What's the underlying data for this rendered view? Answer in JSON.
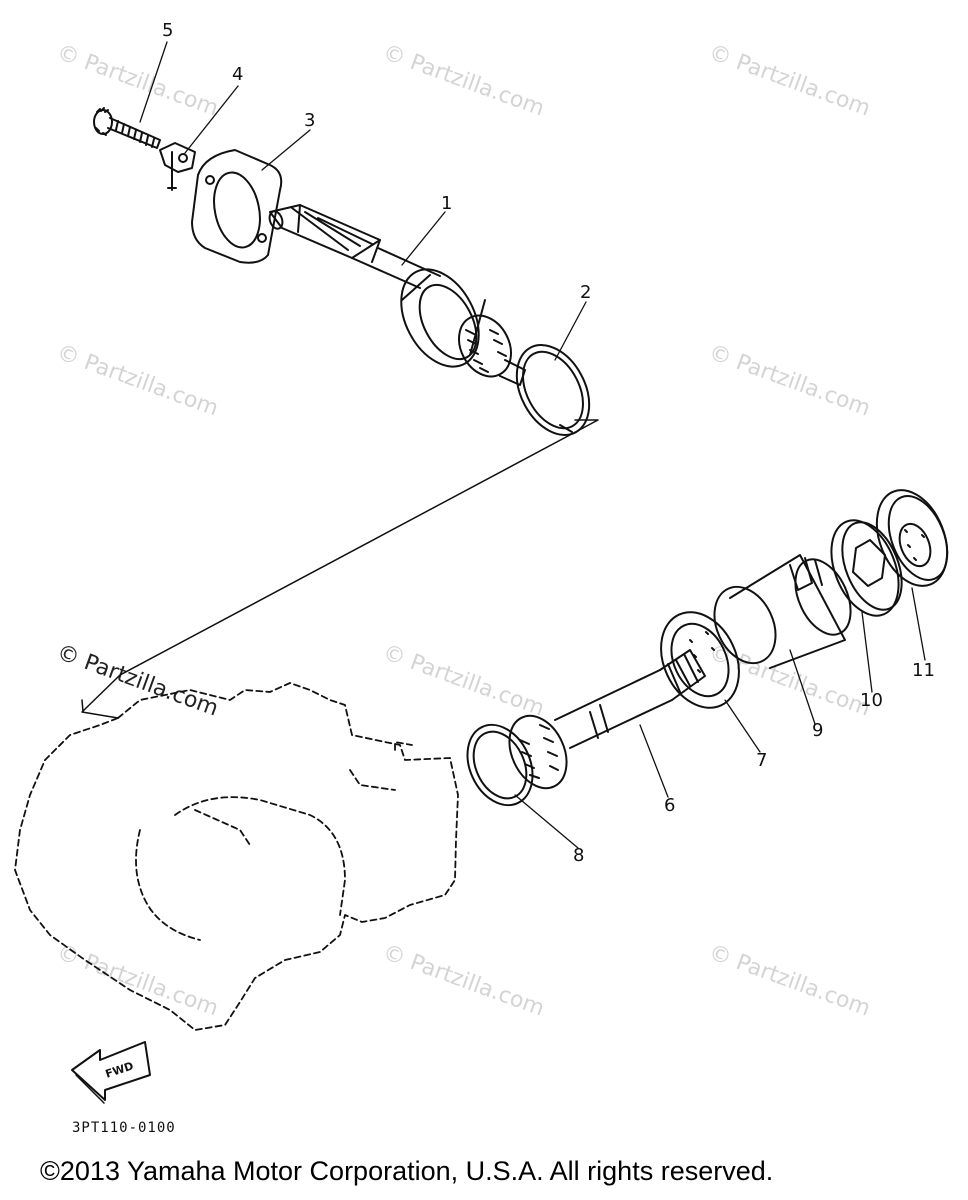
{
  "callouts": [
    "1",
    "2",
    "3",
    "4",
    "5",
    "6",
    "7",
    "8",
    "9",
    "10",
    "11"
  ],
  "watermark": "© Partzilla.com",
  "fwd_label": "FWD",
  "drawing_code": "3PT110-0100",
  "copyright": "©2013  Yamaha Motor Corporation, U.S.A. All rights reserved.",
  "colors": {
    "line": "#111111",
    "watermark": "#d4d4d4",
    "background": "#ffffff"
  }
}
